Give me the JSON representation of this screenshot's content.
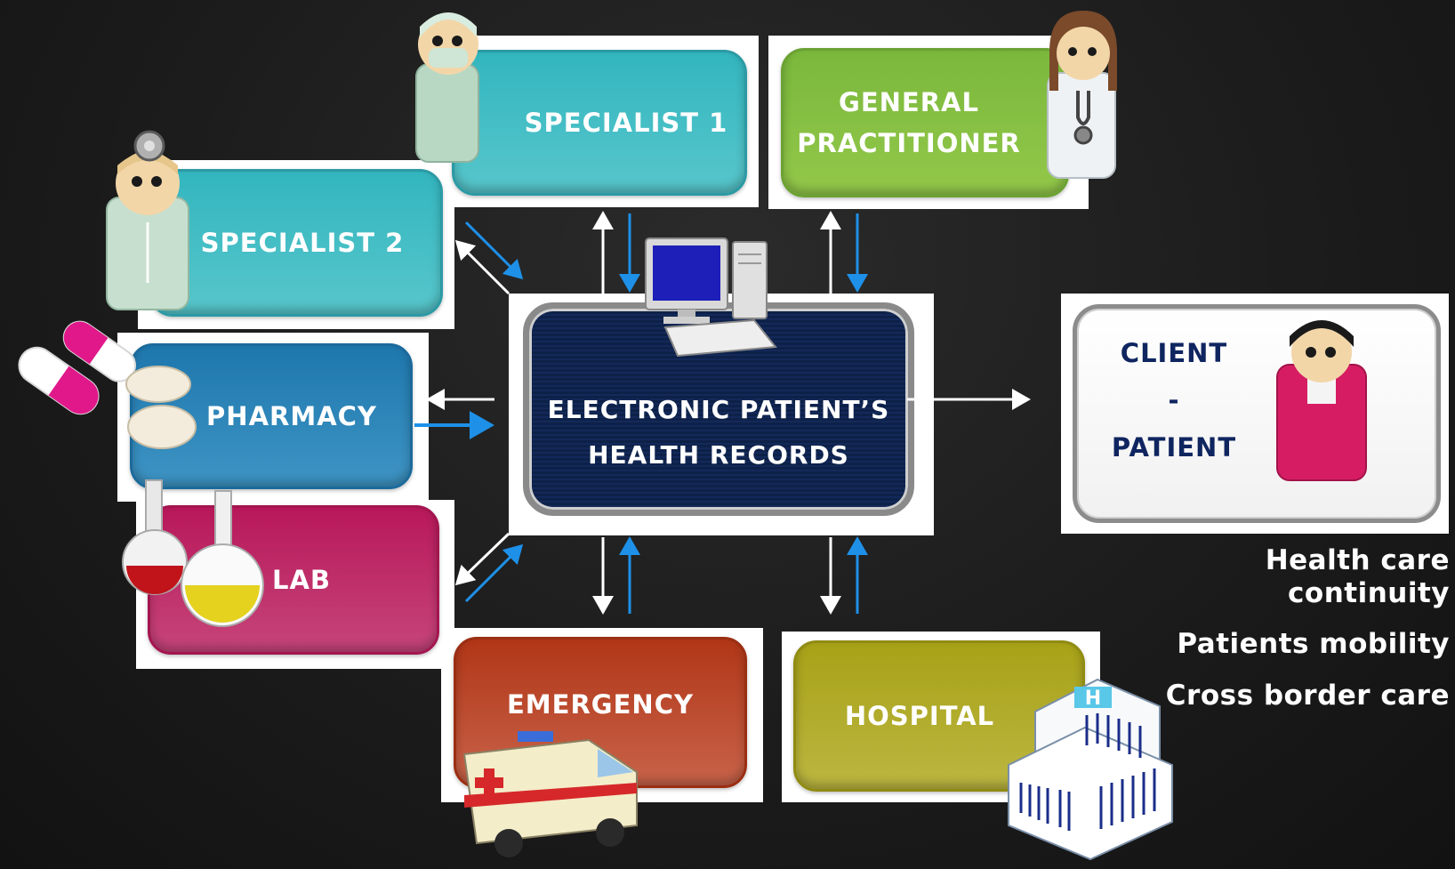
{
  "nodes": {
    "specialist1": "SPECIALIST 1",
    "general_practitioner": [
      "GENERAL",
      "PRACTITIONER"
    ],
    "specialist2": "SPECIALIST 2",
    "pharmacy": "PHARMACY",
    "lab": "LAB",
    "emergency": "EMERGENCY",
    "hospital": "HOSPITAL",
    "ehr": [
      "ELECTRONIC PATIENT’S",
      "HEALTH  RECORDS"
    ],
    "client": [
      "CLIENT",
      "-",
      "PATIENT"
    ]
  },
  "benefits": [
    "Health care\ncontinuity",
    "Patients mobility",
    "Cross border care"
  ],
  "icons": {
    "specialist1": "surgeon-icon",
    "general_practitioner": "doctor-stethoscope-icon",
    "specialist2": "head-mirror-doctor-icon",
    "pharmacy": "pills-icon",
    "lab": "flask-icon",
    "ehr": "computer-icon",
    "client": "patient-person-icon",
    "emergency": "ambulance-icon",
    "hospital": "hospital-building-icon"
  },
  "colors": {
    "arrow_to_ehr": "#1e90e8",
    "arrow_from_ehr": "#ffffff",
    "ehr_screen": "#0d2148",
    "client_text": "#0f2560"
  }
}
